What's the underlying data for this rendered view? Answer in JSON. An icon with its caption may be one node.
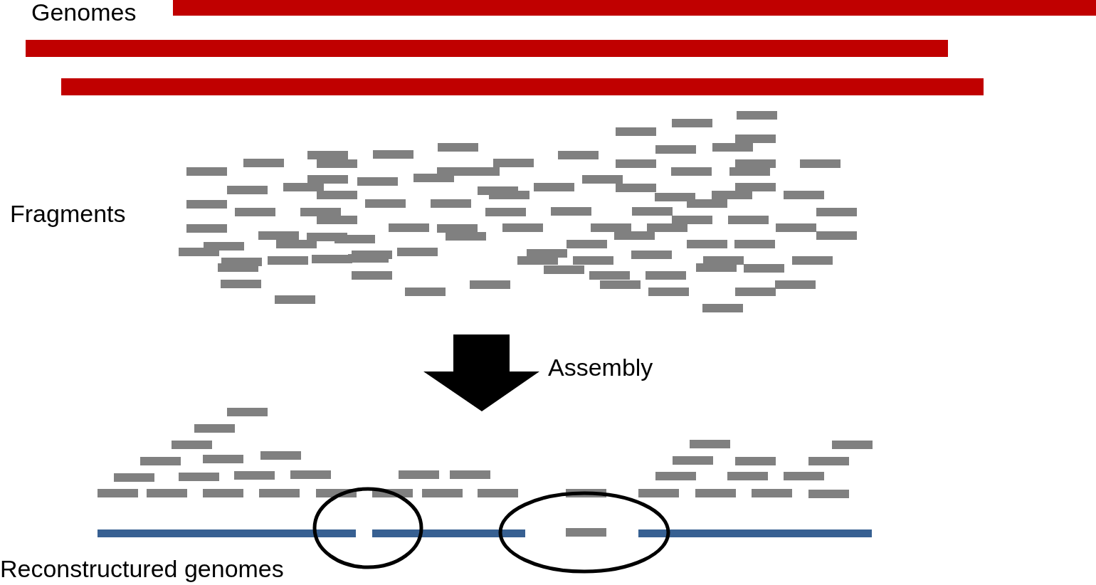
{
  "diagram": {
    "labels": [
      "Genomes",
      "Fragments",
      "Assembly",
      "Reconstructured genomes"
    ]
  }
}
